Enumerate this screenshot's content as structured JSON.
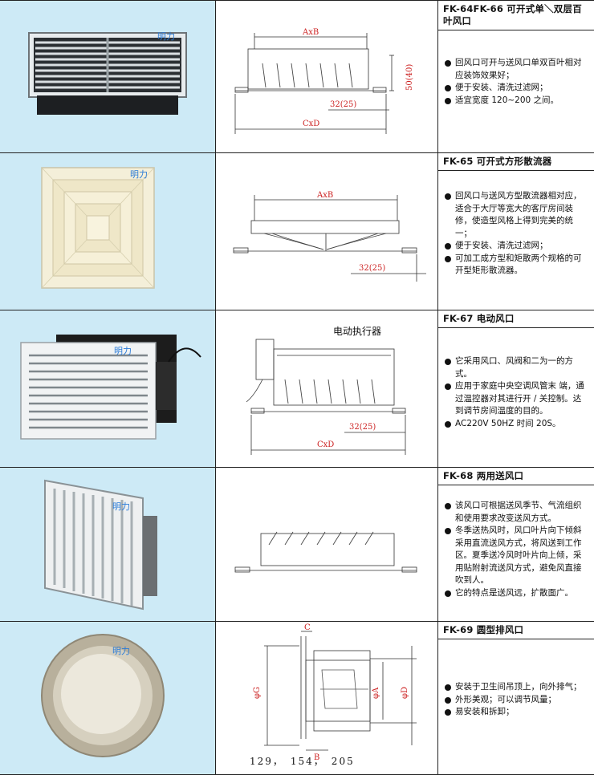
{
  "products": [
    {
      "title": "FK-64FK-66 可开式单＼双层百叶风口",
      "bullets": [
        "回风口可开与送风口单双百叶相对应装饰效果好；",
        "便于安装、清洗过滤网；",
        "适宜宽度 120~200 之间。"
      ],
      "dims": {
        "top": "AxB",
        "side": "50(40)",
        "step": "32(25)",
        "bottom": "CxD"
      },
      "logo": "明力"
    },
    {
      "title": "FK-65 可开式方形散流器",
      "bullets": [
        "回风口与送风方型散流器相对应，适合于大厅等宽大的客厅房间装修，使造型风格上得到完美的统一；",
        "便于安装、清洗过滤网；",
        "可加工成方型和矩散两个规格的可开型矩形散流器。"
      ],
      "dims": {
        "top": "AxB",
        "step": "32(25)"
      },
      "logo": "明力"
    },
    {
      "title": "FK-67 电动风口",
      "bullets": [
        "它采用风口、风阀和二为一的方式。",
        "应用于家庭中央空调风管末 端，通过温控器对其进行开 / 关控制。达到调节房间温度的目的。",
        "AC220V 50HZ 时间 20S。"
      ],
      "dims": {
        "caption": "电动执行器",
        "step": "32(25)",
        "bottom": "CxD"
      },
      "logo": "明力"
    },
    {
      "title": "FK-68 两用送风口",
      "bullets": [
        "该风口可根据送风季节、气流组织和使用要求改变送风方式。",
        "冬季送热风时，风口叶片向下倾斜采用直流送风方式，将风送到工作区。夏季送冷风时叶片向上倾，采用贴附射流送风方式，避免风直接吹到人。",
        "它的特点是送风远，扩散面广。"
      ],
      "logo": "明力"
    },
    {
      "title": "FK-69 圆型排风口",
      "bullets": [
        "安装于卫生间吊顶上，向外排气；",
        "外形美观；可以调节风量；",
        "易安装和拆卸；"
      ],
      "dims": {
        "c": "C",
        "g": "φG",
        "a": "φA",
        "d": "φD",
        "b": "B"
      },
      "footer": "129，　154，　205",
      "logo": "明力"
    }
  ],
  "colors": {
    "photo_bg": "#cdeaf6",
    "dim_red": "#cc2222",
    "border": "#222222"
  }
}
